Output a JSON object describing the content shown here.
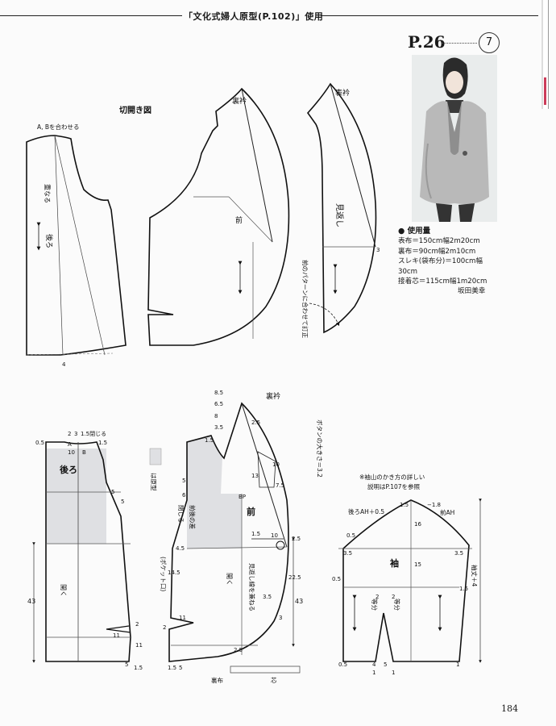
{
  "header": {
    "title": "「文化式婦人原型(P.102)」使用"
  },
  "page_ref": {
    "label": "P.26",
    "number": "7"
  },
  "materials": {
    "title": "● 使用量",
    "lines": [
      "表布＝150cm幅2m20cm",
      "裏布＝90cm幅2m10cm",
      "スレキ(袋布分)＝100cm幅",
      "30cm",
      "接着芯＝115cm幅1m20cm"
    ],
    "author": "坂田美幸"
  },
  "page_number": "184",
  "pattern_labels": {
    "kiri_hiraki": "切開き図",
    "ab_awase": "A, Bを合わせる",
    "kasanaru": "重なる",
    "ushiro": "後ろ",
    "uraeri": "裏衿",
    "omoteeri": "表衿",
    "mae": "前",
    "mikaeshi": "見返し",
    "pattern_note": "前のパターンに合わせて訂正",
    "button_note": "ボタンの大きさ＝3.2",
    "genkei": "は原型",
    "sode_note_1": "※袖山のかき方の詳しい",
    "sode_note_2": "説明はP.107を参照",
    "sode": "袖",
    "hiraku": "開く",
    "pocket": "(ポケット口)",
    "mikaeshi_line": "見返し線を兼ねる",
    "mae_ushiro_sa": "前後の差",
    "tojiru": "閉じる",
    "tojiru_15": "1.5閉じる",
    "uranuno": "裏布",
    "shin": "芯",
    "ushiro_ah": "後ろAH＋0.5",
    "mae_ah": "前AH",
    "sodetake": "袖丈＋4",
    "touban": "等分"
  },
  "measurements": {
    "m0_5": "0.5",
    "m1": "1",
    "m1_5": "1.5",
    "m1_8": "−1.8",
    "m2": "2",
    "m2_5": "2.5",
    "m3": "3",
    "m3_5": "3.5",
    "m4": "4",
    "m4_5": "4.5",
    "m5": "5",
    "m6": "6",
    "m6_5": "6.5",
    "m7_5": "7.5",
    "m8": "8",
    "m8_5": "8.5",
    "m10": "10",
    "m11": "11",
    "m13": "13",
    "m14_5": "14.5",
    "m15": "15",
    "m16": "16",
    "m22_5": "22.5",
    "m43": "43",
    "pt_bp": "BP",
    "pt_a": "A",
    "pt_b": "B"
  },
  "colors": {
    "shade": "#dfe0e3",
    "line": "#1a1a1a",
    "accent": "#cc3c5a"
  }
}
